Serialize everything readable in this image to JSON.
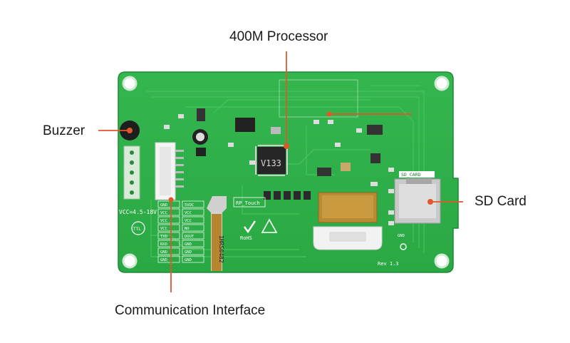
{
  "callouts": {
    "processor": "400M Processor",
    "buzzer": "Buzzer",
    "sd_card": "SD Card",
    "communication": "Communication Interface"
  },
  "board": {
    "chip_text": "V133",
    "sd_label": "SD_CARD",
    "rp_touch": "RP_Touch",
    "ribbon_text": "1HRS0482",
    "voltage": "VCC=4.5-18V",
    "rev": "Rev 1.3",
    "ttl": "TTL",
    "rohs": "RoHS",
    "gnd": "GND",
    "pin_rows": [
      {
        "left": "GND",
        "right": "5VDC"
      },
      {
        "left": "VCC",
        "right": "VCC"
      },
      {
        "left": "VCC",
        "right": "VCC"
      },
      {
        "left": "VCC",
        "right": "NO"
      },
      {
        "left": "TXD",
        "right": "DOUT"
      },
      {
        "left": "RXD",
        "right": "GND"
      },
      {
        "left": "GND",
        "right": "GND"
      },
      {
        "left": "GND",
        "right": "GND"
      }
    ]
  },
  "colors": {
    "pcb": "#2fb14a",
    "pcb_dark": "#27963d",
    "trace": "#4cc95f",
    "leader": "#e0572a",
    "silk": "#ffffff",
    "chip": "#222222"
  }
}
